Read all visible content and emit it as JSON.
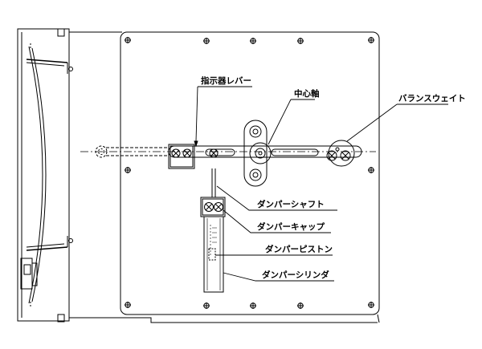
{
  "labels": {
    "pointer_lever": "指示器レバー",
    "center_shaft": "中心軸",
    "balance_weight": "バランスウェイト",
    "damper_shaft": "ダンパーシャフト",
    "damper_cap": "ダンパーキャップ",
    "damper_piston": "ダンパーピストン",
    "damper_cylinder": "ダンパーシリンダ"
  }
}
